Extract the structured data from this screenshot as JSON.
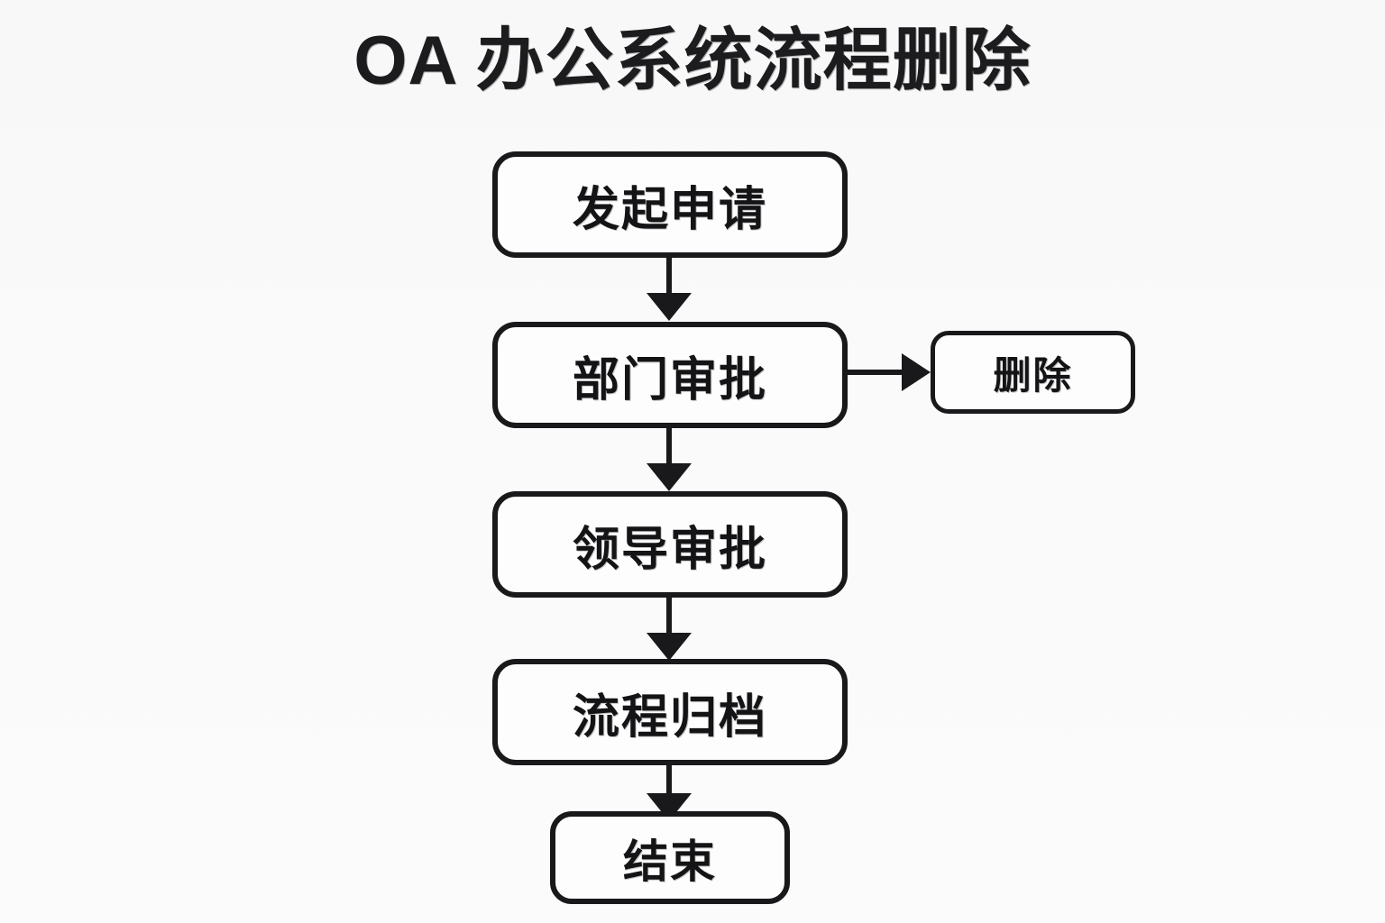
{
  "diagram": {
    "title": "OA 办公系统流程删除",
    "type": "flowchart",
    "orientation": "top-to-bottom",
    "background_color": "#f9f9fa",
    "stroke_color": "#19191b",
    "node_fill_color": "#fdfdfd",
    "text_color": "#141416",
    "nodes": [
      {
        "id": "start",
        "label": "发起申请",
        "shape": "rounded-rectangle"
      },
      {
        "id": "dept",
        "label": "部门审批",
        "shape": "rounded-rectangle"
      },
      {
        "id": "delete",
        "label": "删除",
        "shape": "rounded-rectangle"
      },
      {
        "id": "leader",
        "label": "领导审批",
        "shape": "rounded-rectangle"
      },
      {
        "id": "archive",
        "label": "流程归档",
        "shape": "rounded-rectangle"
      },
      {
        "id": "end",
        "label": "结束",
        "shape": "rounded-rectangle"
      }
    ],
    "edges": [
      {
        "from": "start",
        "to": "dept",
        "direction": "down",
        "label": ""
      },
      {
        "from": "dept",
        "to": "delete",
        "direction": "right",
        "label": ""
      },
      {
        "from": "dept",
        "to": "leader",
        "direction": "down",
        "label": ""
      },
      {
        "from": "leader",
        "to": "archive",
        "direction": "down",
        "label": ""
      },
      {
        "from": "archive",
        "to": "end",
        "direction": "down",
        "label": ""
      }
    ]
  }
}
